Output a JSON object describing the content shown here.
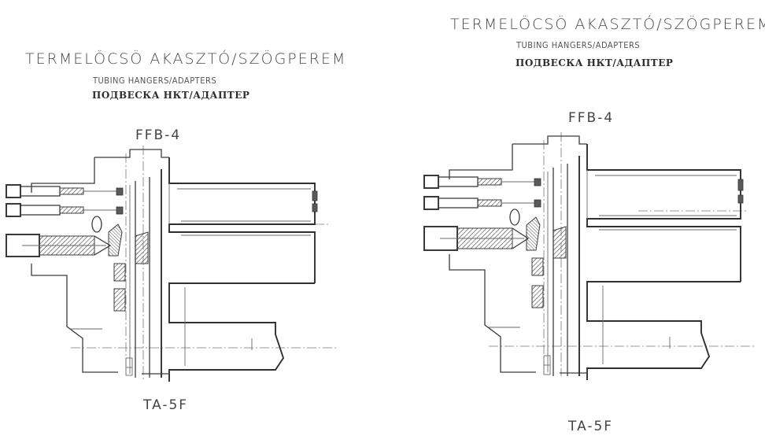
{
  "panels": [
    {
      "title_hu": "TERMELÖCSÖ AKASZTÓ/SZÖGPEREM",
      "title_en": "TUBING HANGERS/ADAPTERS",
      "title_ru": "ПОДВЕСКА НКТ/АДАПТЕР",
      "upper_label": "FFB-4",
      "lower_label": "TA-5F"
    },
    {
      "title_hu": "TERMELÖCSÖ AKASZTÓ/SZÖGPEREM",
      "title_en": "TUBING HANGERS/ADAPTERS",
      "title_ru": "ПОДВЕСКА НКТ/АДАПТЕР",
      "upper_label": "FFB-4",
      "lower_label": "TA-5F"
    }
  ]
}
